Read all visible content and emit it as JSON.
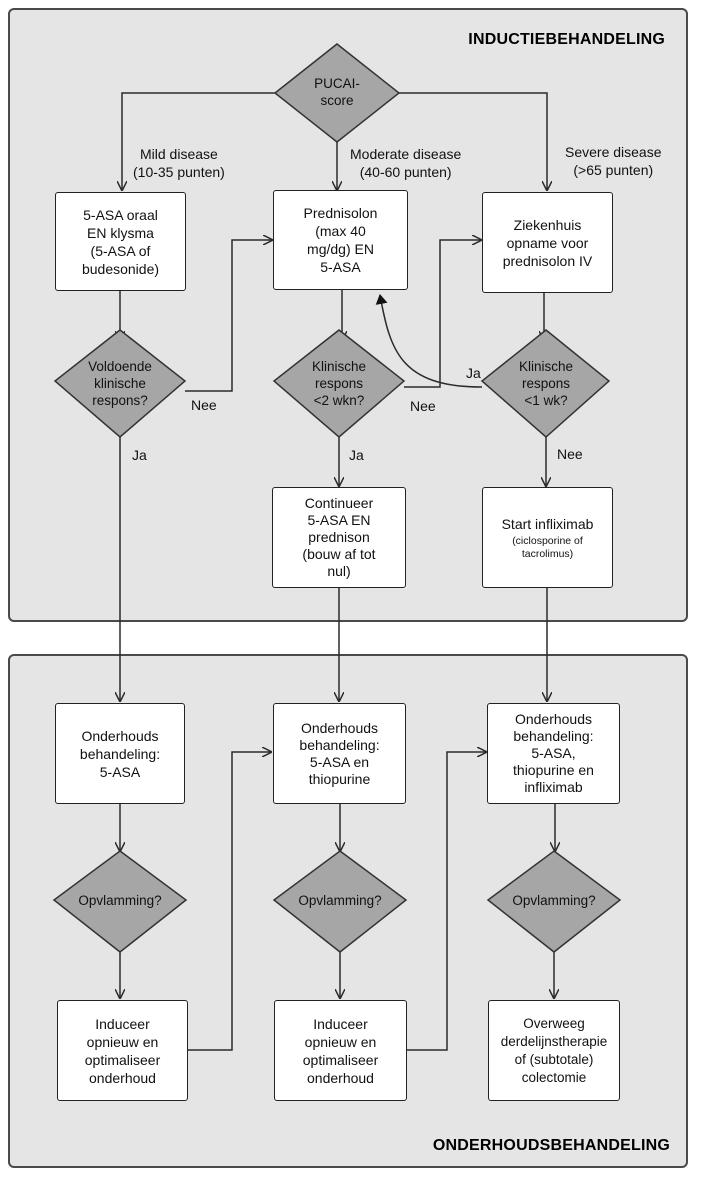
{
  "panels": {
    "induction_title": "INDUCTIEBEHANDELING",
    "maintenance_title": "ONDERHOUDSBEHANDELING"
  },
  "decisions": {
    "pucai": "PUCAI-\nscore",
    "left": "Voldoende\nklinische\nrespons?",
    "mid": "Klinische\nrespons\n<2 wkn?",
    "right": "Klinische\nrespons\n<1 wk?",
    "flare_left": "Opvlamming?",
    "flare_mid": "Opvlamming?",
    "flare_right": "Opvlamming?"
  },
  "severity": {
    "mild": "Mild disease\n(10-35 punten)",
    "moderate": "Moderate disease\n(40-60 punten)",
    "severe": "Severe disease\n(>65 punten)"
  },
  "boxes": {
    "mild_treatment": "5-ASA oraal\nEN klysma\n(5-ASA of\nbudesonide)",
    "moderate_treatment": "Prednisolon\n(max 40\nmg/dg) EN\n5-ASA",
    "severe_treatment": "Ziekenhuis\nopname voor\nprednisolon IV",
    "continue": "Continueer\n5-ASA EN\nprednison\n(bouw af tot\nnul)",
    "infliximab_main": "Start infliximab",
    "infliximab_sub": "(ciclosporine of\ntacrolimus)",
    "maint_left": "Onderhouds\nbehandeling:\n5-ASA",
    "maint_mid": "Onderhouds\nbehandeling:\n5-ASA en\nthiopurine",
    "maint_right": "Onderhouds\nbehandeling:\n5-ASA,\nthiopurine en\ninfliximab",
    "reinduce_left": "Induceer\nopnieuw en\noptimaliseer\nonderhoud",
    "reinduce_mid": "Induceer\nopnieuw en\noptimaliseer\nonderhoud",
    "colectomy": "Overweeg\nderdelijnstherapie\nof (subtotale)\ncolectomie"
  },
  "edge_labels": {
    "left_no": "Nee",
    "left_yes": "Ja",
    "mid_no": "Nee",
    "mid_yes": "Ja",
    "right_yes": "Ja",
    "right_no": "Nee"
  },
  "colors": {
    "panel_bg": "#e5e5e5",
    "diamond_fill": "#a6a6a6",
    "line": "#2b2b2b"
  }
}
